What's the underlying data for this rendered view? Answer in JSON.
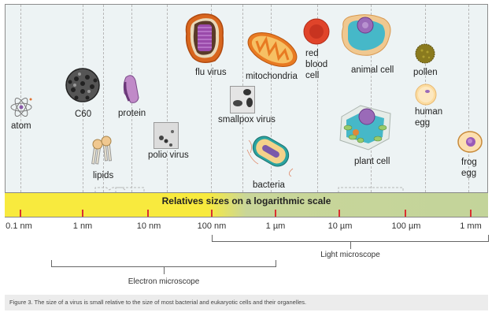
{
  "scale_title": "Relatives sizes on a logarithmic scale",
  "scale_ticks": [
    "0.1 nm",
    "1 nm",
    "10 nm",
    "100 nm",
    "1 µm",
    "10 µm",
    "100 µm",
    "1 mm"
  ],
  "objects": {
    "atom": "atom",
    "c60": "C60",
    "protein": "protein",
    "lipids": "lipids",
    "polio_virus": "polio virus",
    "flu_virus": "flu virus",
    "smallpox_virus": "smallpox virus",
    "mitochondria": "mitochondria",
    "bacteria": "bacteria",
    "red_blood_cell": [
      "red",
      "blood",
      "cell"
    ],
    "animal_cell": "animal cell",
    "plant_cell": "plant cell",
    "pollen": "pollen",
    "human_egg": [
      "human",
      "egg"
    ],
    "frog_egg": [
      "frog",
      "egg"
    ]
  },
  "brackets": {
    "light": "Light microscope",
    "electron": "Electron microscope"
  },
  "colors": {
    "yellow_band": "#f8ea3e",
    "green_band": "#c3d49a",
    "tick": "#d93030"
  },
  "caption": "Figure 3. The size of a virus is small relative to the size of most bacterial and eukaryotic cells and their organelles."
}
